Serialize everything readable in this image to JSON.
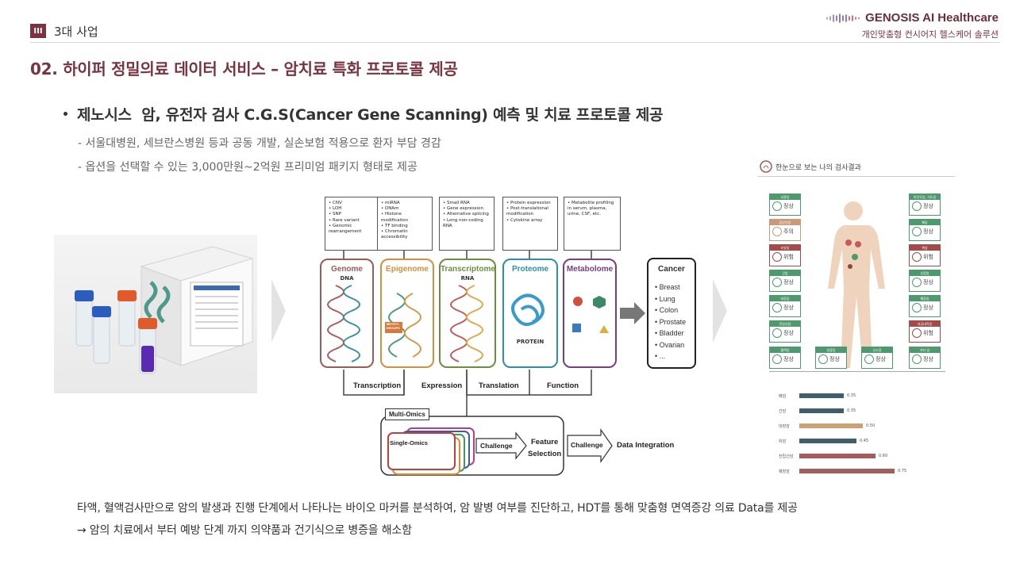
{
  "header": {
    "section_number": "III",
    "section_label": "3대 사업",
    "brand_name": "GENOSIS AI Healthcare",
    "brand_subtitle": "개인맞춤형 컨시어지 헬스케어 솔루션"
  },
  "title": "02. 하이퍼 정밀의료 데이터 서비스  –  암치료 특화 프로토콜 제공",
  "bullet": {
    "prefix": "제노시스",
    "text": "암, 유전자 검사 C.G.S(Cancer Gene Scanning) 예측 및 치료 프로토콜 제공"
  },
  "sub_points": [
    "- 서울대병원, 세브란스병원 등과 공동 개발, 실손보험 적용으로 환자 부담 경감",
    "- 옵션을 선택할 수 있는 3,000만원~2억원 프리미엄 패키지 형태로 제공"
  ],
  "diagram": {
    "notes": [
      [
        "CNV",
        "LOH",
        "SNP",
        "Rare variant",
        "Genomic rearrangement"
      ],
      [
        "miRNA",
        "DNAm",
        "Histone modification",
        "TF binding",
        "Chromatin accessibility"
      ],
      [
        "Small RNA",
        "Gene expression",
        "Alternative splicing",
        "Long non-coding RNA"
      ],
      [
        "Protein expression",
        "Post-translational modification",
        "Cytokine array"
      ],
      [
        "Metabolite profiling in serum, plasma, urine, CSF, etc."
      ]
    ],
    "omics": [
      {
        "name": "Genome",
        "sublabel": "DNA",
        "color": "#a05a56"
      },
      {
        "name": "Epigenome",
        "sublabel": "",
        "color": "#d58f3f"
      },
      {
        "name": "Transcriptome",
        "sublabel": "RNA",
        "color": "#6b8f3e"
      },
      {
        "name": "Proteome",
        "sublabel": "PROTEIN",
        "color": "#2e8fa6"
      },
      {
        "name": "Metabolome",
        "sublabel": "",
        "color": "#7a3d82"
      }
    ],
    "methyl_label": "METHYL GROUPS",
    "cancer_title": "Cancer",
    "cancer_types": [
      "Breast",
      "Lung",
      "Colon",
      "Prostate",
      "Bladder",
      "Ovarian",
      "..."
    ],
    "flows": [
      "Transcription",
      "Expression",
      "Translation",
      "Function"
    ],
    "multi_omics": "Multi-Omics",
    "single_omics": "Single-Omics",
    "challenge1": "Challenge",
    "feature": "Feature",
    "selection": "Selection",
    "challenge2": "Challenge",
    "integration": "Data Integration"
  },
  "report": {
    "title": "한눈으로 보는 나의 검사결과",
    "organs": [
      {
        "name": "뇌종양",
        "status": "정상",
        "color": "#4e9a6e"
      },
      {
        "name": "갑상선암",
        "status": "주의",
        "color": "#c99a7a"
      },
      {
        "name": "유방암",
        "status": "위험",
        "color": "#a34a4a"
      },
      {
        "name": "간암",
        "status": "정상",
        "color": "#4e9a6e"
      },
      {
        "name": "대장암",
        "status": "정상",
        "color": "#4e9a6e"
      },
      {
        "name": "전립선암",
        "status": "정상",
        "color": "#4e9a6e"
      },
      {
        "name": "혈액암",
        "status": "정상",
        "color": "#4e9a6e"
      },
      {
        "name": "방광암",
        "status": "정상",
        "color": "#4e9a6e"
      },
      {
        "name": "신소장",
        "status": "정상",
        "color": "#4e9a6e"
      },
      {
        "name": "기타 암",
        "status": "정상",
        "color": "#4e9a6e"
      },
      {
        "name": "비인두암, 식도암",
        "status": "정상",
        "color": "#4e9a6e"
      },
      {
        "name": "폐암",
        "status": "정상",
        "color": "#4e9a6e"
      },
      {
        "name": "위암",
        "status": "위험",
        "color": "#a34a4a"
      },
      {
        "name": "신장암",
        "status": "정상",
        "color": "#4e9a6e"
      },
      {
        "name": "췌장암",
        "status": "정상",
        "color": "#4e9a6e"
      },
      {
        "name": "자궁내막암",
        "status": "위험",
        "color": "#a34a4a"
      }
    ],
    "bars": [
      {
        "label": "폐암",
        "value": "0.35",
        "color": "#3f5f6a",
        "level": 0.35
      },
      {
        "label": "간암",
        "value": "0.35",
        "color": "#3f5f6a",
        "level": 0.35
      },
      {
        "label": "대장암",
        "value": "0.50",
        "color": "#c9a472",
        "level": 0.5
      },
      {
        "label": "위암",
        "value": "0.45",
        "color": "#3f5f6a",
        "level": 0.45
      },
      {
        "label": "전립선암",
        "value": "0.60",
        "color": "#a45c5c",
        "level": 0.6
      },
      {
        "label": "췌장암",
        "value": "0.75",
        "color": "#a45c5c",
        "level": 0.75
      }
    ]
  },
  "footer": [
    "타액, 혈액검사만으로 암의 발생과 진행 단계에서 나타나는 바이오 마커를 분석하여, 암 발병 여부를 진단하고, HDT를  통해 맞춤형 면역증강 의료 Data를 제공",
    "→ 암의 치료에서 부터 예방 단계 까지 의약품과 건기식으로 병증을 해소함"
  ]
}
